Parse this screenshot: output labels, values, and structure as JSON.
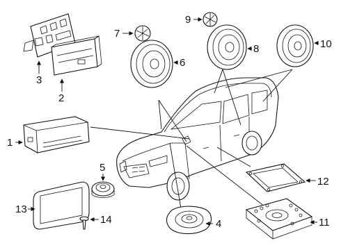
{
  "callouts": [
    {
      "id": "1",
      "part": "radio-head-unit"
    },
    {
      "id": "2",
      "part": "amplifier-module"
    },
    {
      "id": "3",
      "part": "mounting-bracket"
    },
    {
      "id": "4",
      "part": "subwoofer-speaker"
    },
    {
      "id": "5",
      "part": "dash-tweeter"
    },
    {
      "id": "6",
      "part": "front-door-speaker"
    },
    {
      "id": "7",
      "part": "front-tweeter"
    },
    {
      "id": "8",
      "part": "rear-door-speaker"
    },
    {
      "id": "9",
      "part": "rear-tweeter"
    },
    {
      "id": "10",
      "part": "rear-speaker"
    },
    {
      "id": "11",
      "part": "underseat-subwoofer"
    },
    {
      "id": "12",
      "part": "subwoofer-cover"
    },
    {
      "id": "13",
      "part": "display-screen"
    },
    {
      "id": "14",
      "part": "screw"
    }
  ]
}
